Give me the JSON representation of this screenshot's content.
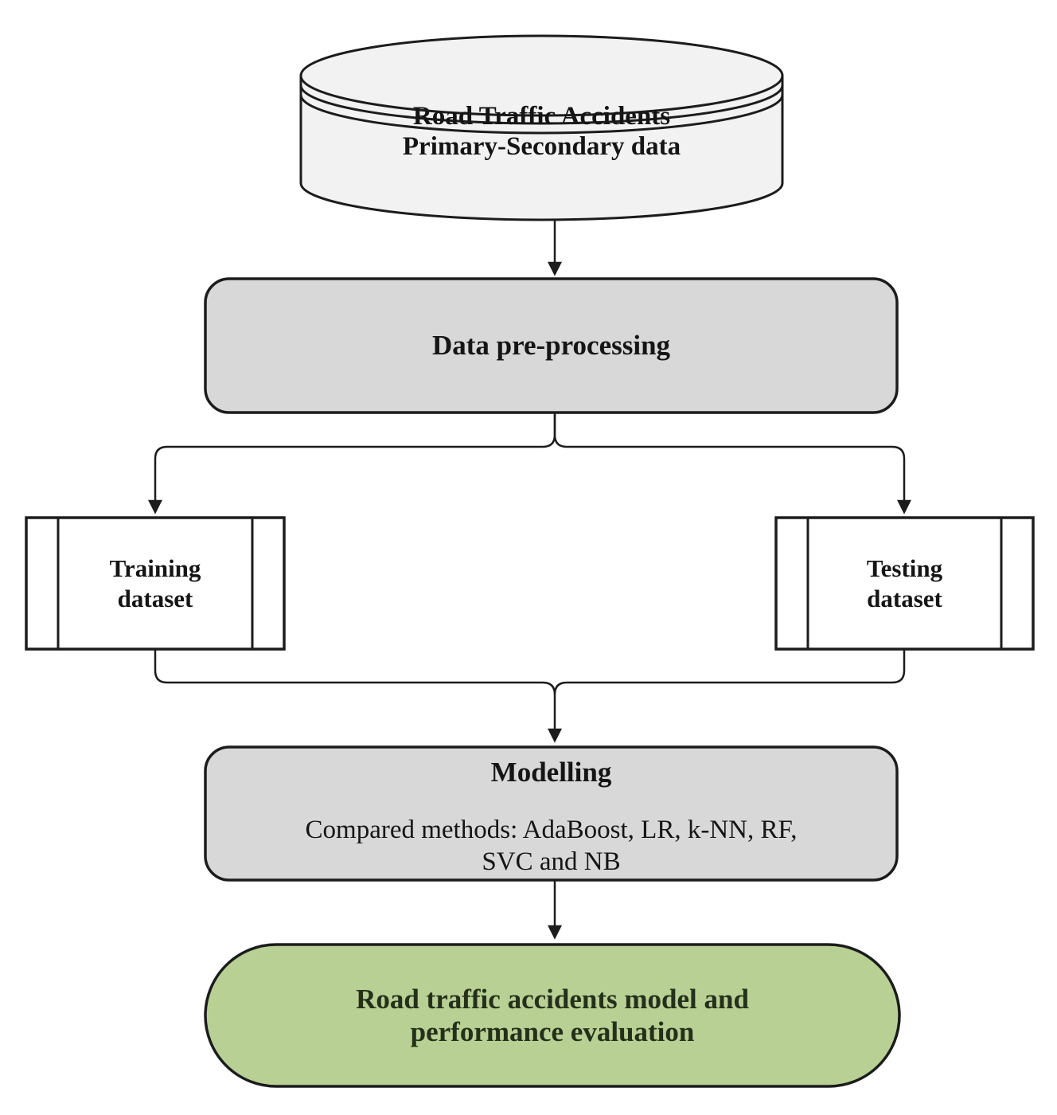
{
  "diagram": {
    "type": "flowchart",
    "nodes": {
      "datastore": {
        "shape": "cylinder",
        "lines": [
          "Road Traffic Accidents",
          "Primary-Secondary data"
        ],
        "fill": "#f2f2f2"
      },
      "preprocessing": {
        "shape": "rounded-rectangle",
        "label": "Data pre-processing",
        "fill": "#d8d8d8"
      },
      "training": {
        "shape": "predefined-process",
        "lines": [
          "Training",
          "dataset"
        ],
        "fill": "#ffffff"
      },
      "testing": {
        "shape": "predefined-process",
        "lines": [
          "Testing",
          "dataset"
        ],
        "fill": "#ffffff"
      },
      "modelling": {
        "shape": "rounded-rectangle",
        "title": "Modelling",
        "detail_lines": [
          "Compared methods: AdaBoost, LR, k-NN, RF,",
          "SVC and NB"
        ],
        "fill": "#d8d8d8"
      },
      "output": {
        "shape": "terminator",
        "lines": [
          "Road traffic accidents model and",
          "performance evaluation"
        ],
        "fill": "#b8d094"
      }
    },
    "edges": [
      {
        "from": "datastore",
        "to": "preprocessing"
      },
      {
        "from": "preprocessing",
        "to": "training"
      },
      {
        "from": "preprocessing",
        "to": "testing"
      },
      {
        "from": "training",
        "to": "modelling"
      },
      {
        "from": "testing",
        "to": "modelling"
      },
      {
        "from": "modelling",
        "to": "output"
      }
    ],
    "colors": {
      "stroke": "#1c1c1c",
      "text": "#151515",
      "output_text": "#25301a"
    }
  }
}
